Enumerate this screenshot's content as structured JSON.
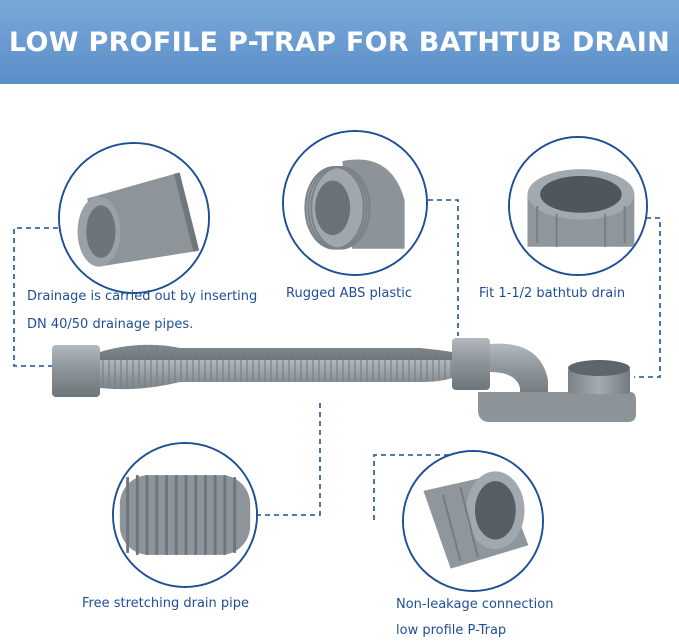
{
  "header": {
    "title": "LOW PROFILE P-TRAP FOR BATHTUB DRAIN"
  },
  "callouts": [
    {
      "id": "drainage",
      "lines": [
        "Drainage is carried out by inserting",
        "DN 40/50 drainage pipes."
      ]
    },
    {
      "id": "abs",
      "lines": [
        "Rugged ABS plastic"
      ]
    },
    {
      "id": "fit",
      "lines": [
        "Fit 1-1/2 bathtub drain"
      ]
    },
    {
      "id": "stretch",
      "lines": [
        "Free stretching drain pipe"
      ]
    },
    {
      "id": "leak",
      "lines": [
        "Non-leakage connection",
        "low profile P-Trap"
      ]
    }
  ],
  "colors": {
    "banner": "#6a9bd1",
    "accent": "#1f4f96",
    "pipe": "#8f969c"
  }
}
